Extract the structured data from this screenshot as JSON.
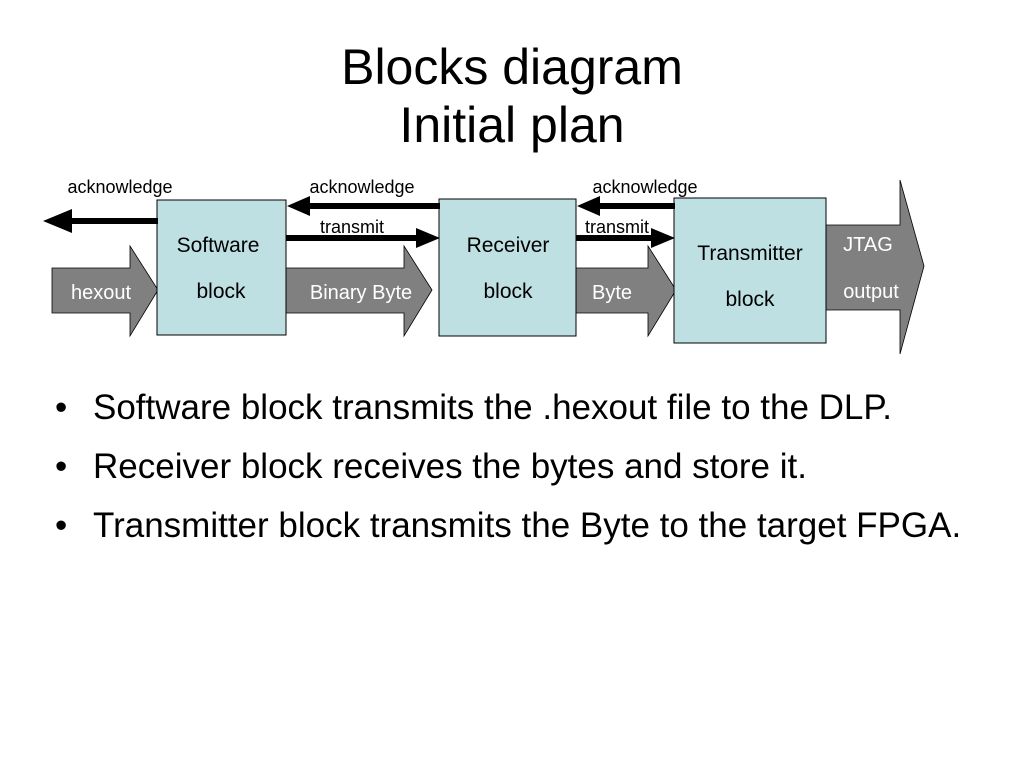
{
  "title": {
    "line1": "Blocks diagram",
    "line2": "Initial plan"
  },
  "diagram": {
    "blocks": {
      "software": {
        "line1": "Software",
        "line2": "block"
      },
      "receiver": {
        "line1": "Receiver",
        "line2": "block"
      },
      "transmitter": {
        "line1": "Transmitter",
        "line2": "block"
      }
    },
    "flow_labels": {
      "hexout": "hexout",
      "binary_byte": "Binary Byte",
      "byte": "Byte",
      "jtag_line1": "JTAG",
      "jtag_line2": "output"
    },
    "signals": {
      "ack_left": "acknowledge",
      "ack_middle": "acknowledge",
      "ack_right": "acknowledge",
      "transmit_left": "transmit",
      "transmit_right": "transmit"
    },
    "colors": {
      "block_fill": "#bfe0e3",
      "flow_arrow_fill": "#808080",
      "flow_text": "#ffffff",
      "line": "#000000"
    }
  },
  "bullets": [
    "Software block transmits the .hexout file to the DLP.",
    "Receiver block receives the bytes and store it.",
    "Transmitter block transmits the Byte to the target FPGA."
  ]
}
